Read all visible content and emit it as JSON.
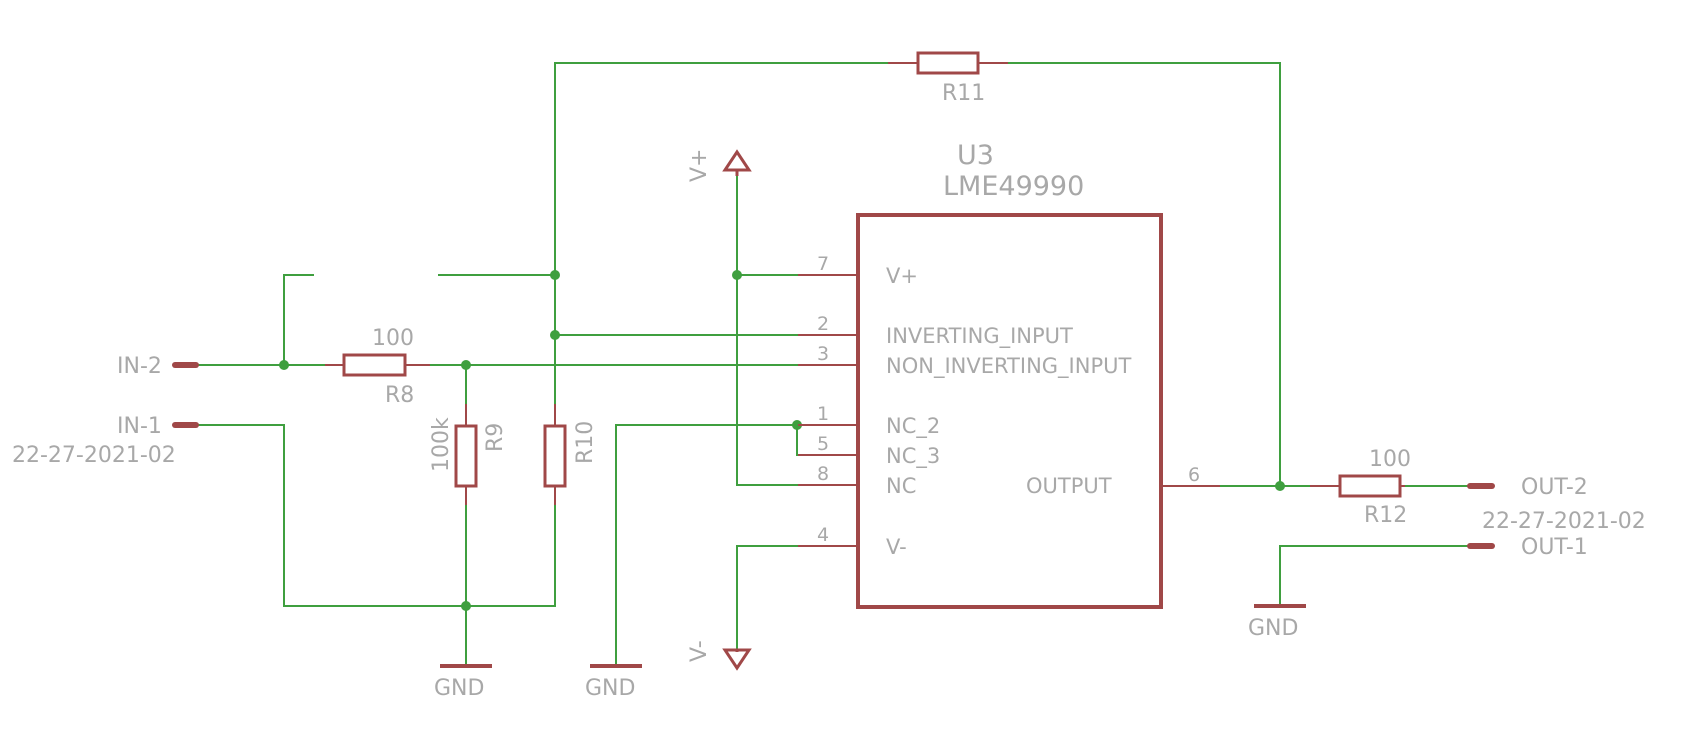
{
  "colors": {
    "wire": "#3f9f3f",
    "part": "#a04848",
    "text": "#a8a8a8"
  },
  "chip": {
    "name": "U3",
    "value": "LME49990",
    "pins": {
      "vplus": {
        "num": "7",
        "name": "V+"
      },
      "inv": {
        "num": "2",
        "name": "INVERTING_INPUT"
      },
      "noninv": {
        "num": "3",
        "name": "NON_INVERTING_INPUT"
      },
      "nc2": {
        "num": "1",
        "name": "NC_2"
      },
      "nc3": {
        "num": "5",
        "name": "NC_3"
      },
      "nc": {
        "num": "8",
        "name": "NC"
      },
      "out": {
        "num": "6",
        "name": "OUTPUT"
      },
      "vminus": {
        "num": "4",
        "name": "V-"
      }
    }
  },
  "resistors": {
    "r8": {
      "name": "R8",
      "value": "100"
    },
    "r9": {
      "name": "R9",
      "value": "100k"
    },
    "r10": {
      "name": "R10"
    },
    "r11": {
      "name": "R11"
    },
    "r12": {
      "name": "R12",
      "value": "100"
    }
  },
  "connectors": {
    "in2": "IN-2",
    "in1": "IN-1",
    "in_part": "22-27-2021-02",
    "out2": "OUT-2",
    "out1": "OUT-1",
    "out_part": "22-27-2021-02"
  },
  "supplies": {
    "vplus": "V+",
    "vminus": "V-",
    "gnd1": "GND",
    "gnd2": "GND",
    "gnd3": "GND"
  }
}
